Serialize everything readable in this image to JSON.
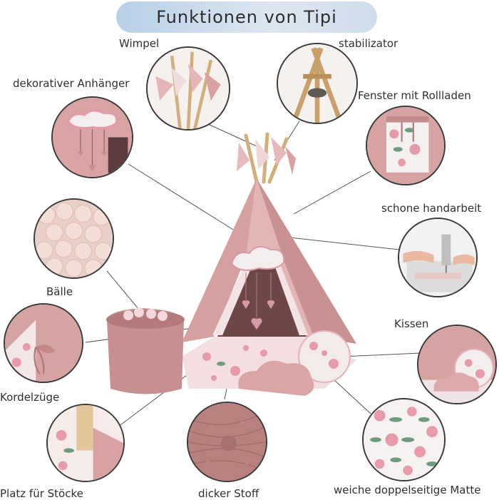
{
  "title": "Funktionen von Tipi",
  "features": {
    "wimpel": "Wimpel",
    "stabilizator": "stabilizator",
    "anhaenger": "dekorativer Anhänger",
    "fenster": "Fenster mit Rollladen",
    "handarbeit": "schone handarbeit",
    "baelle": "Bälle",
    "kissen": "Kissen",
    "kordelzuege": "Kordelzüge",
    "stoecke": "Platz für Stöcke",
    "stoff": "dicker Stoff",
    "matte": "weiche doppelseitige Matte"
  },
  "colors": {
    "tent_pink": "#d9a1a1",
    "tent_dark": "#bd8484",
    "floral_rose": "#e79aa9",
    "floral_leaf": "#6f9b7f",
    "pole_wood": "#d1ae7a",
    "title_bg": "#c9dae9",
    "line": "#555555"
  }
}
